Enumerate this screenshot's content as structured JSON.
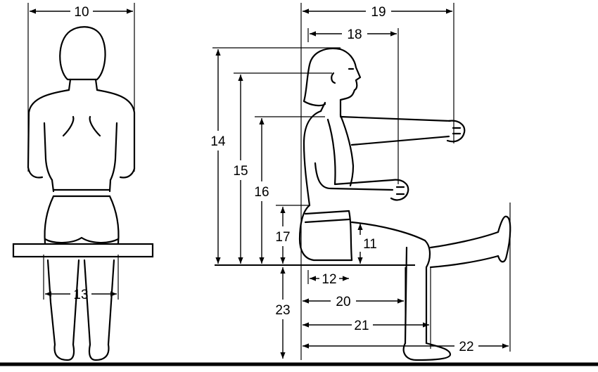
{
  "diagram": {
    "labels": {
      "d10": "10",
      "d11": "11",
      "d12": "12",
      "d13": "13",
      "d14": "14",
      "d15": "15",
      "d16": "16",
      "d17": "17",
      "d18": "18",
      "d19": "19",
      "d20": "20",
      "d21": "21",
      "d22": "22",
      "d23": "23"
    },
    "colors": {
      "ink": "#000000",
      "background": "#ffffff"
    }
  }
}
